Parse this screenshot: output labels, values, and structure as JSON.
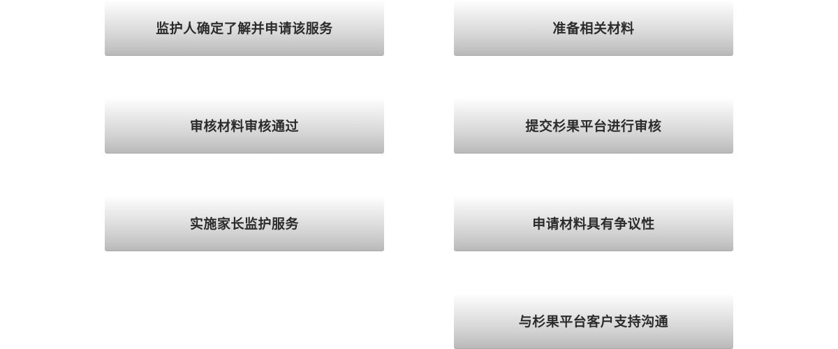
{
  "flowchart": {
    "nodes": [
      {
        "label": "监护人确定了解并申请该服务"
      },
      {
        "label": "准备相关材料"
      },
      {
        "label": "审核材料审核通过"
      },
      {
        "label": "提交杉果平台进行审核"
      },
      {
        "label": "实施家长监护服务"
      },
      {
        "label": "申请材料具有争议性"
      },
      {
        "label": "与杉果平台客户支持沟通"
      }
    ]
  }
}
